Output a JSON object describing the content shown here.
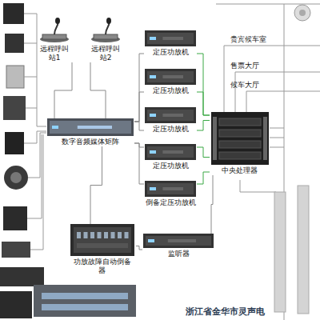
{
  "diagram": {
    "nodes": [
      {
        "text": [
          "远程呼叫站1"
        ]
      },
      {
        "text": [
          "远程呼叫站2"
        ]
      },
      {
        "text": [
          "数字音频媒体矩阵"
        ]
      },
      {
        "text": [
          "定压功放机"
        ]
      },
      {
        "text": [
          "定压功放机"
        ]
      },
      {
        "text": [
          "定压功放机"
        ]
      },
      {
        "text": [
          "定压功放机"
        ]
      },
      {
        "text": [
          "倒备定压功放机"
        ]
      },
      {
        "text": [
          "中央处理器"
        ]
      },
      {
        "text": [
          "功放故障自动倒备器"
        ]
      },
      {
        "text": [
          "监听器"
        ]
      }
    ],
    "edges": [
      {
        "from": 0,
        "to": 2,
        "arrow": "none"
      },
      {
        "from": 1,
        "to": 2,
        "arrow": "none"
      },
      {
        "from": 2,
        "to": 3,
        "arrow": "none"
      },
      {
        "from": 2,
        "to": 4,
        "arrow": "none"
      },
      {
        "from": 2,
        "to": 5,
        "arrow": "none"
      },
      {
        "from": 2,
        "to": 6,
        "arrow": "none"
      },
      {
        "from": 2,
        "to": 7,
        "arrow": "none"
      },
      {
        "from": 3,
        "to": 8,
        "arrow": "none"
      },
      {
        "from": 4,
        "to": 8,
        "arrow": "none"
      },
      {
        "from": 5,
        "to": 8,
        "arrow": "none"
      },
      {
        "from": 6,
        "to": 8,
        "arrow": "none"
      },
      {
        "from": 7,
        "to": 8,
        "arrow": "none"
      },
      {
        "from": 2,
        "to": 9,
        "arrow": "none"
      },
      {
        "from": 9,
        "to": 10,
        "arrow": "none"
      },
      {
        "from": 10,
        "to": 8,
        "arrow": "none"
      }
    ],
    "labels": [
      "贵宾候车室",
      "售票大厅",
      "候车大厅",
      "浙江省金华市灵声电"
    ]
  }
}
